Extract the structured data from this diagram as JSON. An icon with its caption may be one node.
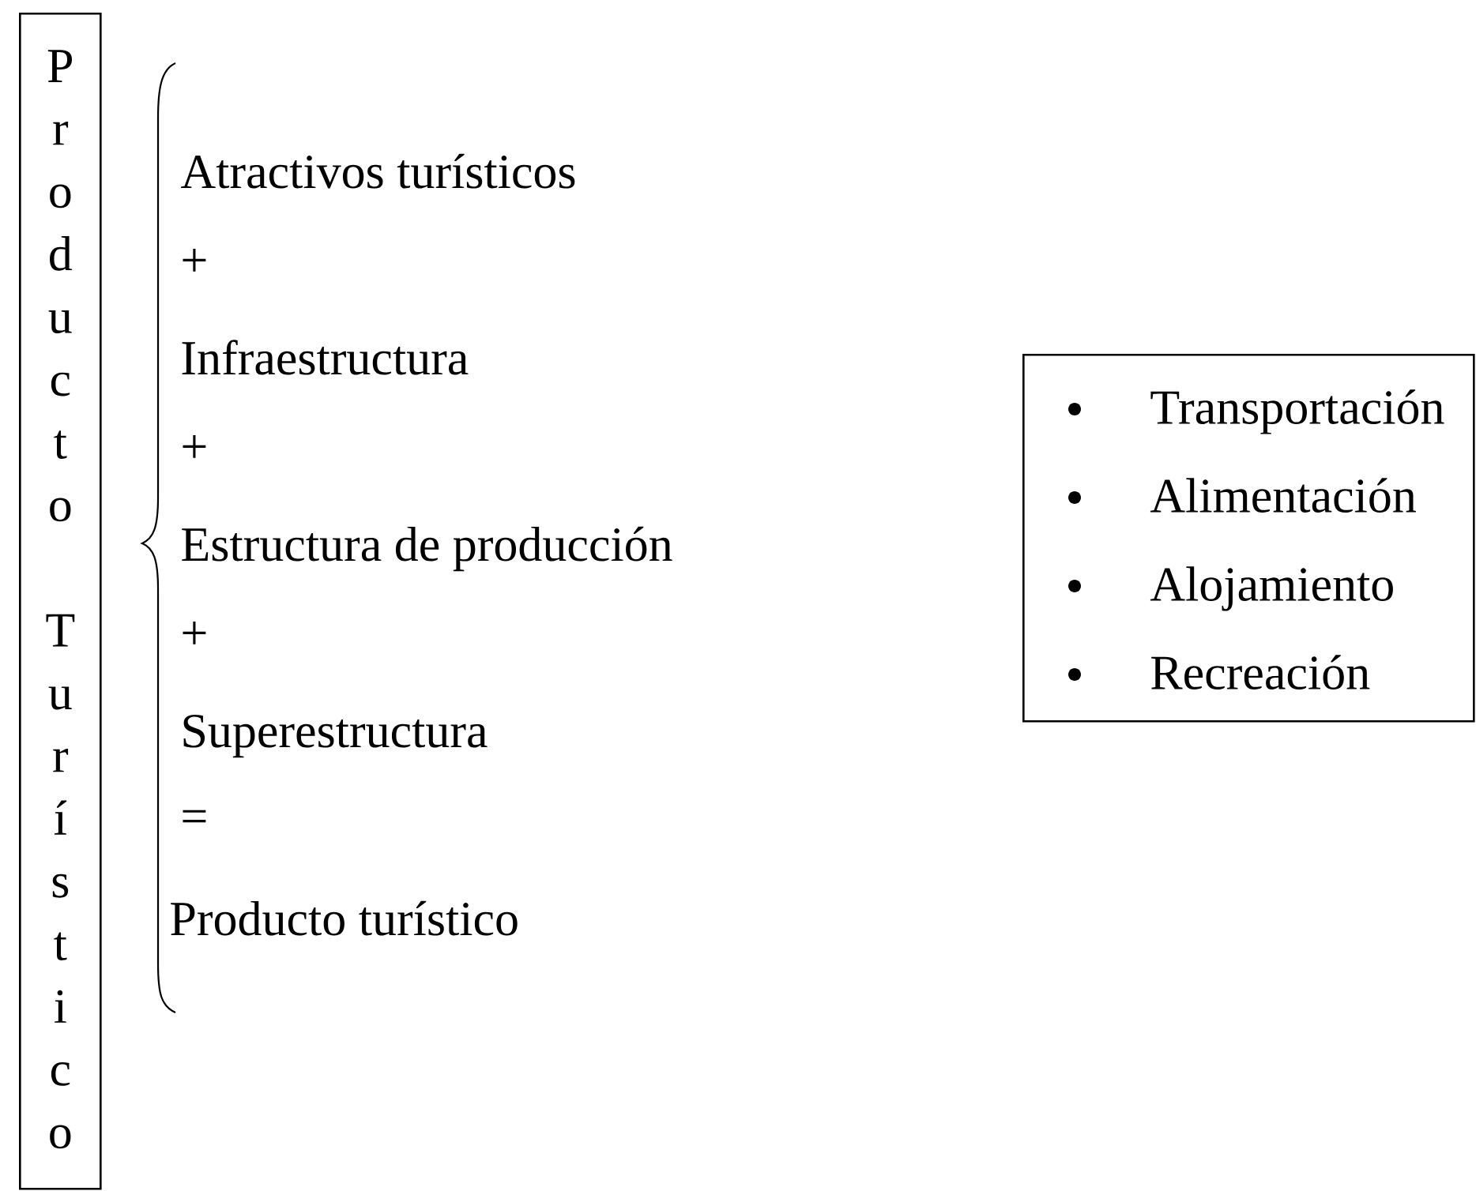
{
  "diagram": {
    "nodes": [
      {
        "text": [
          "Producto Turístico"
        ]
      },
      {
        "text": [
          "Transportación",
          "Alimentación",
          "Alojamiento",
          "Recreación"
        ]
      }
    ],
    "labels": [
      "Atractivos turísticos",
      "+",
      "Infraestructura",
      "+",
      "Estructura de producción",
      "+",
      "Superestructura",
      "=",
      "Producto turístico"
    ]
  }
}
